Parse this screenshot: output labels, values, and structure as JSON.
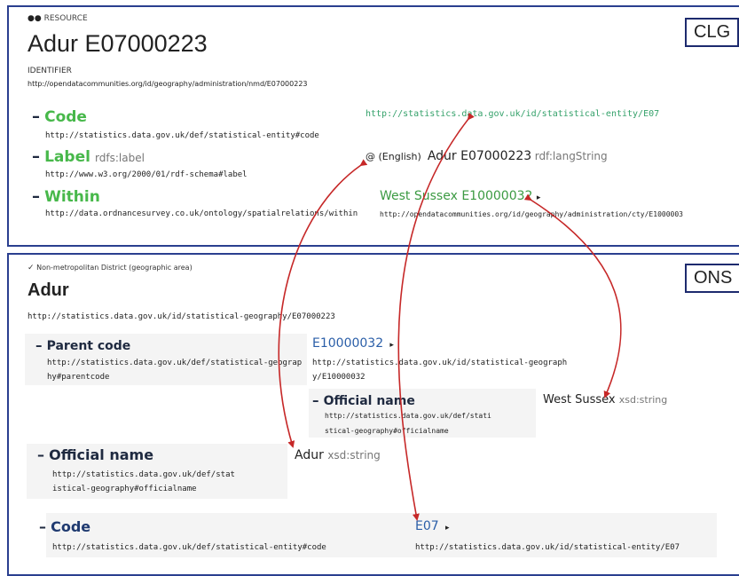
{
  "clg": {
    "tag": "CLG",
    "resource_label": "RESOURCE",
    "title": "Adur E07000223",
    "identifier_label": "IDENTIFIER",
    "identifier_url": "http://opendatacommunities.org/id/geography/administration/nmd/E07000223",
    "code": {
      "label": "Code",
      "prop_url": "http://statistics.data.gov.uk/def/statistical-entity#code",
      "value_url": "http://statistics.data.gov.uk/id/statistical-entity/E07"
    },
    "label_row": {
      "label": "Label",
      "sub": "rdfs:label",
      "prop_url": "http://www.w3.org/2000/01/rdf-schema#label",
      "lang": "@ (English)",
      "value": "Adur E07000223",
      "type": "rdf:langString"
    },
    "within": {
      "label": "Within",
      "prop_url": "http://data.ordnancesurvey.co.uk/ontology/spatialrelations/within",
      "value": "West Sussex E10000032",
      "value_url": "http://opendatacommunities.org/id/geography/administration/cty/E1000003"
    }
  },
  "ons": {
    "tag": "ONS",
    "type_label": "Non-metropolitan District (geographic area)",
    "title": "Adur",
    "uri": "http://statistics.data.gov.uk/id/statistical-geography/E07000223",
    "parent_code": {
      "label": "Parent code",
      "prop_url_1": "http://statistics.data.gov.uk/def/statistical-geograp",
      "prop_url_2": "hy#parentcode",
      "value": "E10000032",
      "value_url_1": "http://statistics.data.gov.uk/id/statistical-geograph",
      "value_url_2": "y/E10000032"
    },
    "nested_official_name": {
      "label": "Official name",
      "prop_url_1": "http://statistics.data.gov.uk/def/stati",
      "prop_url_2": "stical-geography#officialname",
      "value": "West Sussex",
      "type": "xsd:string"
    },
    "official_name": {
      "label": "Official name",
      "prop_url_1": "http://statistics.data.gov.uk/def/stat",
      "prop_url_2": "istical-geography#officialname",
      "value": "Adur",
      "type": "xsd:string"
    },
    "code": {
      "label": "Code",
      "prop_url": "http://statistics.data.gov.uk/def/statistical-entity#code",
      "value": "E07",
      "value_url": "http://statistics.data.gov.uk/id/statistical-entity/E07"
    }
  },
  "colors": {
    "arrow": "#c62828",
    "panel_border": "#2a3f8f",
    "green": "#47b84a"
  }
}
